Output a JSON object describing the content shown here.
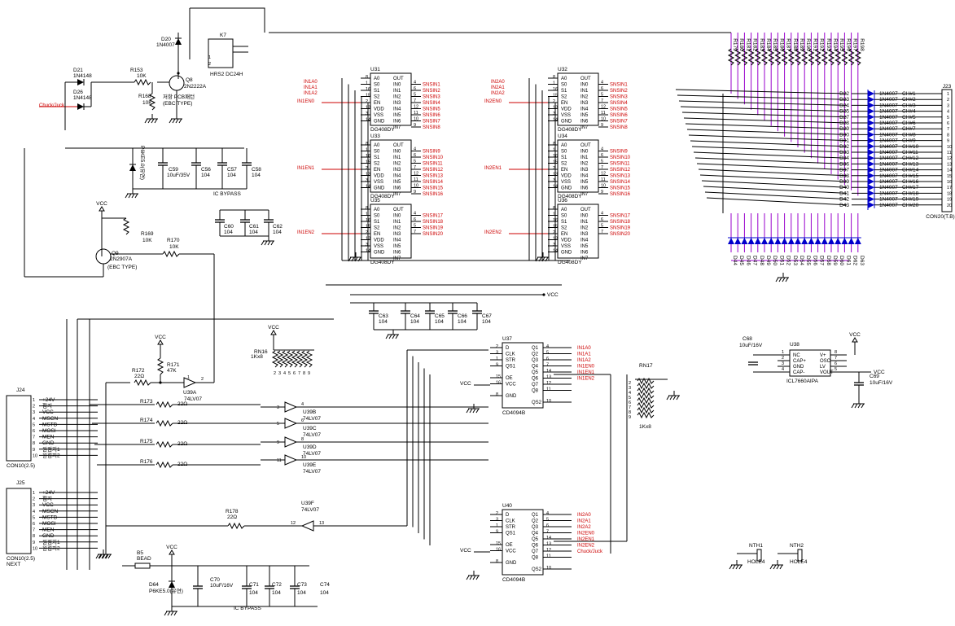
{
  "mux": [
    {
      "ref": "U31",
      "part": "DG408DY",
      "en": "IN1EN0",
      "a0": "IN1A0",
      "a1": "IN1A1",
      "a2": "IN1A2",
      "outs": [
        "SNSIN1",
        "SNSIN2",
        "SNSIN3",
        "SNSIN4",
        "SNSIN5",
        "SNSIN6",
        "SNSIN7",
        "SNSIN8"
      ]
    },
    {
      "ref": "U33",
      "part": "DG408DY",
      "en": "IN1EN1",
      "outs": [
        "SNSIN9",
        "SNSIN10",
        "SNSIN11",
        "SNSIN12",
        "SNSIN13",
        "SNSIN14",
        "SNSIN15",
        "SNSIN16"
      ]
    },
    {
      "ref": "U35",
      "part": "DG408DY",
      "en": "IN1EN2",
      "outs": [
        "SNSIN17",
        "SNSIN18",
        "SNSIN19",
        "SNSIN20"
      ]
    },
    {
      "ref": "U32",
      "part": "DG408DY",
      "en": "IN2EN0",
      "a0": "IN2A0",
      "a1": "IN2A1",
      "a2": "IN2A2",
      "outs": [
        "SNSIN1",
        "SNSIN2",
        "SNSIN3",
        "SNSIN4",
        "SNSIN5",
        "SNSIN6",
        "SNSIN7",
        "SNSIN8"
      ]
    },
    {
      "ref": "U34",
      "part": "DG408DY",
      "en": "IN2EN1",
      "outs": [
        "SNSIN9",
        "SNSIN10",
        "SNSIN11",
        "SNSIN12",
        "SNSIN13",
        "SNSIN14",
        "SNSIN15",
        "SNSIN16"
      ]
    },
    {
      "ref": "U36",
      "part": "DG408DY",
      "en": "IN2EN2",
      "outs": [
        "SNSIN17",
        "SNSIN18",
        "SNSIN19",
        "SNSIN20"
      ]
    }
  ],
  "mux_pins_left": [
    "A0",
    "S0",
    "S1",
    "S2",
    "EN",
    "VDD",
    "VSS",
    "GND"
  ],
  "mux_pins_right": [
    "OUT",
    "IN0",
    "IN1",
    "IN2",
    "IN3",
    "IN4",
    "IN5",
    "IN6",
    "IN7"
  ],
  "shift": [
    {
      "ref": "U37",
      "part": "CD4094B",
      "outs": [
        "IN1A0",
        "IN1A1",
        "IN1A2",
        "IN1EN0",
        "IN1EN1",
        "IN1EN2"
      ]
    },
    {
      "ref": "U40",
      "part": "CD4094B",
      "outs": [
        "IN2A0",
        "IN2A1",
        "IN2A2",
        "IN2EN0",
        "IN2EN1",
        "IN2EN2",
        "Chuck/Juck"
      ]
    }
  ],
  "shift_pins_left": [
    "D",
    "CLK",
    "STR",
    "QS1",
    "OE",
    "VCC",
    "GND"
  ],
  "shift_pins_right": [
    "Q1",
    "Q2",
    "Q3",
    "Q4",
    "Q5",
    "Q6",
    "Q7",
    "Q8",
    "QS2"
  ],
  "diodes_d": [
    "D22",
    "D23",
    "D24",
    "D25",
    "D27",
    "D28",
    "D29",
    "D30",
    "D31",
    "D32",
    "D33",
    "D34",
    "D36",
    "D37",
    "D38",
    "D39",
    "D40",
    "D41",
    "D42",
    "D43"
  ],
  "diode_part": "1N4007",
  "j23": {
    "ref": "J23",
    "part": "CON20(T.B)",
    "pins": [
      "CH#1",
      "CH#2",
      "CH#3",
      "CH#4",
      "CH#5",
      "CH#6",
      "CH#7",
      "CH#8",
      "CH#9",
      "CH#10",
      "CH#11",
      "CH#12",
      "CH#13",
      "CH#14",
      "CH#15",
      "CH#16",
      "CH#17",
      "CH#18",
      "CH#19",
      "CH#20"
    ]
  },
  "j24": {
    "ref": "J24",
    "part": "CON10(2.5)",
    "nets": [
      "+24V",
      "접지",
      "VCC",
      "MSCN",
      "MSTB",
      "MOSI",
      "MEN",
      "GND",
      "원점지1",
      "원점지2"
    ]
  },
  "j25": {
    "ref": "J25",
    "part": "CON10(2.5)",
    "sub": "NEXT",
    "nets": [
      "+24V",
      "접지",
      "VCC",
      "MSCN",
      "MSTB",
      "MOSI",
      "MEN",
      "GND",
      "원점지1",
      "원점지2"
    ]
  },
  "labels": {
    "d20": "D20",
    "d20p": "1N4007",
    "k7": "K7",
    "k7p": "HRS2 DC24H",
    "d21": "D21",
    "d21p": "1N4148",
    "d26": "D26",
    "d26p": "1N4148",
    "chuck": "Chuck/Juck",
    "r153": "R153",
    "r153v": "10K",
    "q8": "Q8",
    "q8p": "2N2222A",
    "r168": "R168",
    "r168v": "10K",
    "note1": "저항 PCB패턴",
    "ebc": "(EBC TYPE)",
    "d63": "P6KE5.0(유연)",
    "c59": "C59",
    "c59v": "10uF/35V",
    "c56": "C56",
    "c57": "C57",
    "c58": "C58",
    "c104": "104",
    "bypass": "IC BYPASS",
    "c60": "C60",
    "c61": "C61",
    "c62": "C62",
    "vcc": "VCC",
    "r169": "R169",
    "r169v": "10K",
    "r170": "R170",
    "r170v": "10K",
    "q9": "Q9",
    "q9p": "2N2907A",
    "c63": "C63",
    "c64": "C64",
    "c65": "C65",
    "c66": "C66",
    "c67": "C67",
    "r171": "R171",
    "r171v": "47K",
    "r172": "R172",
    "r172v": "22Ω",
    "u39a": "U39A",
    "lv07": "74LV07",
    "rn16": "RN16",
    "rn16v": "1Kx8",
    "rn17": "RN17",
    "rn17v": "1Kx8",
    "r173": "R173",
    "r174": "R174",
    "r175": "R175",
    "r176": "R176",
    "r22": "22Ω",
    "u39b": "U39B",
    "u39c": "U39C",
    "u39d": "U39D",
    "u39e": "U39E",
    "u39f": "U39F",
    "r178": "R178",
    "r178v": "22Ω",
    "c68": "C68",
    "c68v": "10uF/16V",
    "u38": "U38",
    "u38p": "ICL7660AIPA",
    "c69": "C69",
    "c69v": "10uF/16V",
    "u38l": [
      "NC",
      "CAP+",
      "GND",
      "CAP-"
    ],
    "u38r": [
      "V+",
      "OSC",
      "LV",
      "VOUT"
    ],
    "b5": "B5",
    "b5p": "BEAD",
    "d64": "D64",
    "d64p": "P6KE5.0(유연)",
    "c70": "C70",
    "c70v": "10uF/16V",
    "c71": "C71",
    "c72": "C72",
    "c73": "C73",
    "c74": "C74",
    "nth1": "NTH1",
    "nth2": "NTH2",
    "hole": "HOLE4"
  }
}
